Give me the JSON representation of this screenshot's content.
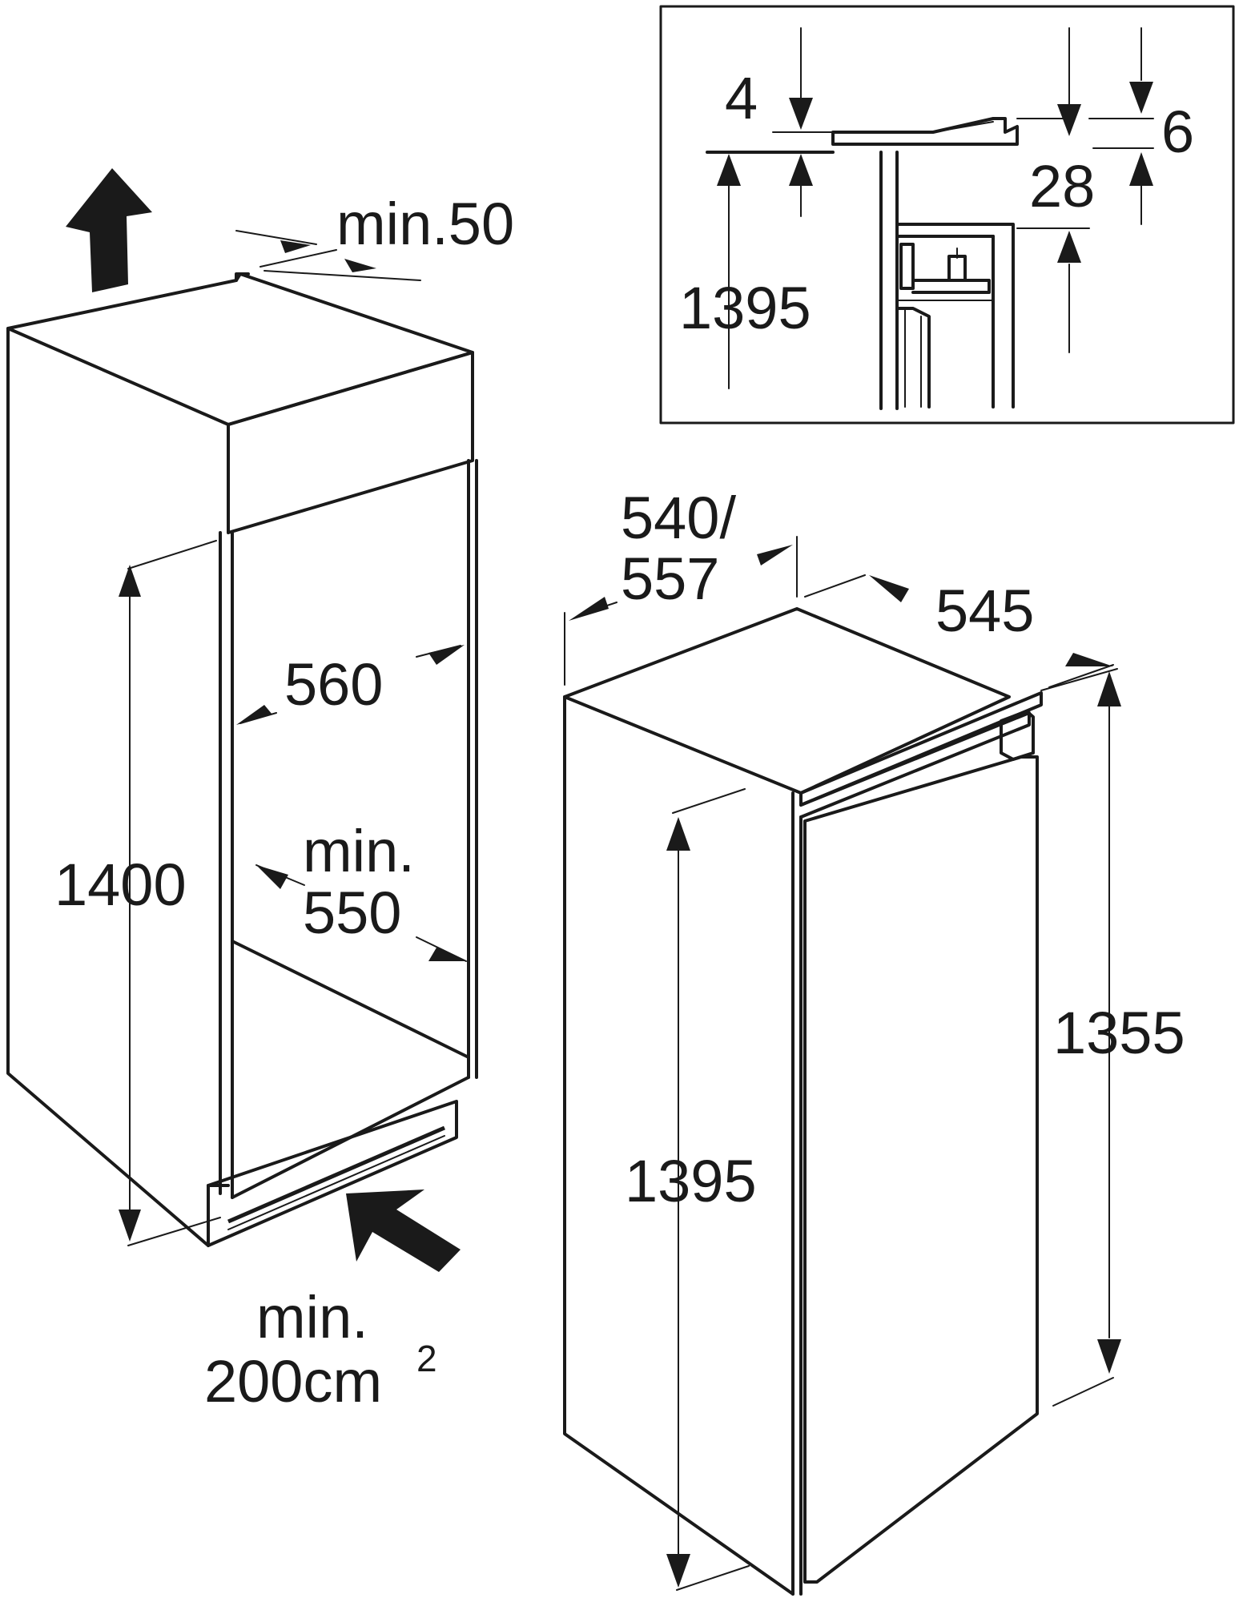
{
  "labels": {
    "min_50": "min.50",
    "w_560": "560",
    "h_1400": "1400",
    "min_550_line1": "min.",
    "min_550_line2": "550",
    "vent_line1": "min.",
    "vent_line2": "200cm",
    "vent_sup": "2",
    "d_540_line1": "540/",
    "d_540_line2": "557",
    "w_545": "545",
    "h_1395": "1395",
    "h_1355": "1355",
    "detail_4": "4",
    "detail_6": "6",
    "detail_28": "28",
    "detail_1395": "1395"
  }
}
